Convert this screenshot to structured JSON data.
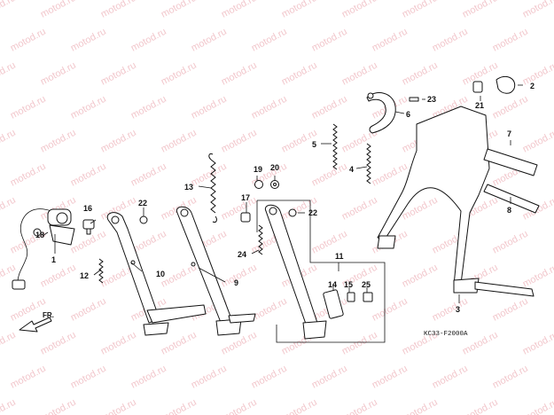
{
  "diagram": {
    "watermark": "motod.ru",
    "code_label": "KC33-F2000A",
    "direction_label": "FR.",
    "callouts": [
      {
        "id": "c1",
        "label": "1"
      },
      {
        "id": "c2",
        "label": "2"
      },
      {
        "id": "c3",
        "label": "3"
      },
      {
        "id": "c4",
        "label": "4"
      },
      {
        "id": "c5",
        "label": "5"
      },
      {
        "id": "c6",
        "label": "6"
      },
      {
        "id": "c7",
        "label": "7"
      },
      {
        "id": "c8",
        "label": "8"
      },
      {
        "id": "c9",
        "label": "9"
      },
      {
        "id": "c10",
        "label": "10"
      },
      {
        "id": "c11",
        "label": "11"
      },
      {
        "id": "c12",
        "label": "12"
      },
      {
        "id": "c13",
        "label": "13"
      },
      {
        "id": "c14",
        "label": "14"
      },
      {
        "id": "c15",
        "label": "15"
      },
      {
        "id": "c16",
        "label": "16"
      },
      {
        "id": "c17",
        "label": "17"
      },
      {
        "id": "c18",
        "label": "18"
      },
      {
        "id": "c19",
        "label": "19"
      },
      {
        "id": "c20",
        "label": "20"
      },
      {
        "id": "c21",
        "label": "21"
      },
      {
        "id": "c22a",
        "label": "22"
      },
      {
        "id": "c22b",
        "label": "22"
      },
      {
        "id": "c23",
        "label": "23"
      },
      {
        "id": "c24",
        "label": "24"
      },
      {
        "id": "c25",
        "label": "25"
      }
    ]
  }
}
